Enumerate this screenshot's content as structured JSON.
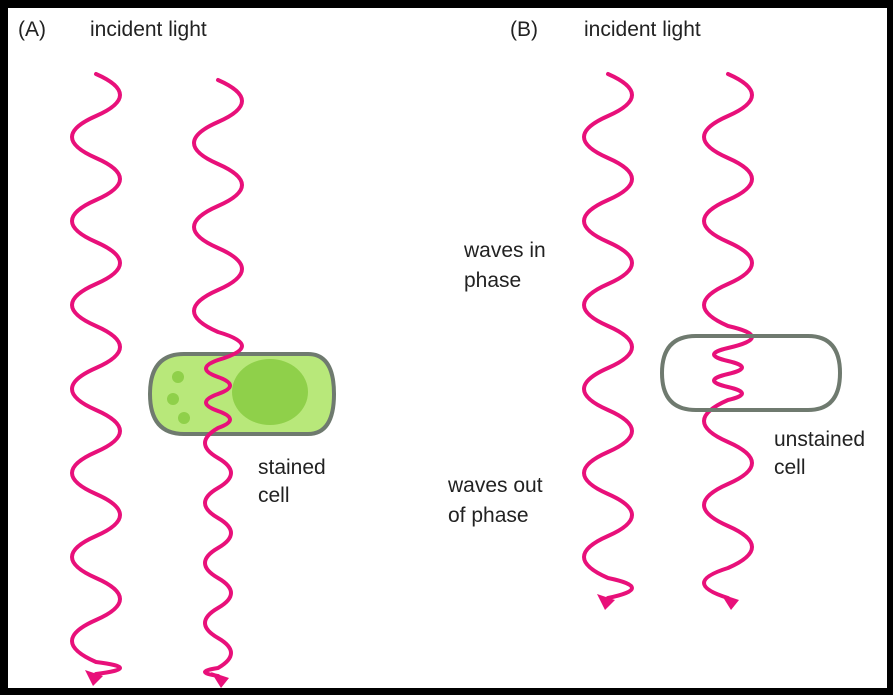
{
  "colors": {
    "wave": "#e8107a",
    "cell_fill": "#b8e87a",
    "cell_outline": "#6f7a6f",
    "nucleus": "#8fd04a",
    "background": "#ffffff",
    "border": "#000000"
  },
  "panel_a": {
    "tag": "(A)",
    "title": "incident light",
    "cell_label_line1": "stained",
    "cell_label_line2": "cell"
  },
  "panel_b": {
    "tag": "(B)",
    "title": "incident light",
    "in_phase_line1": "waves in",
    "in_phase_line2": "phase",
    "out_phase_line1": "waves out",
    "out_phase_line2": "of phase",
    "cell_label_line1": "unstained",
    "cell_label_line2": "cell"
  }
}
